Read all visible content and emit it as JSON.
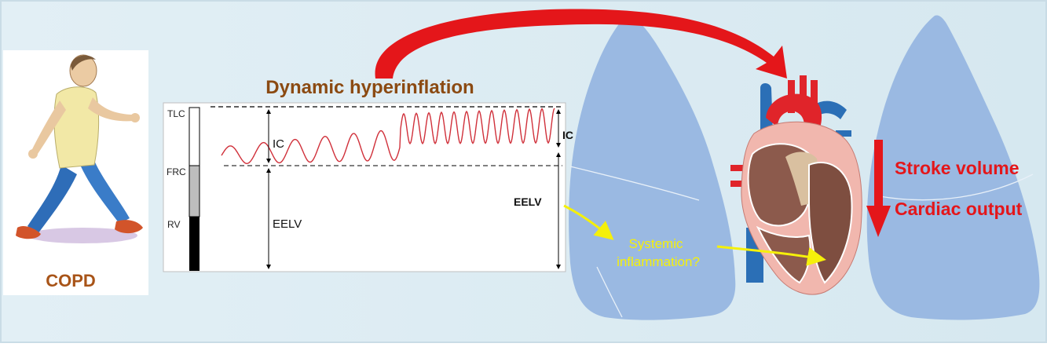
{
  "patient": {
    "label": "COPD"
  },
  "title": "Dynamic hyperinflation",
  "volume_chart": {
    "bar_labels": [
      "TLC",
      "FRC",
      "RV"
    ],
    "ic_rest_label": "IC",
    "eelv_rest_label": "EELV",
    "ic_exercise_label": "IC",
    "eelv_exercise_label": "EELV"
  },
  "inflammation_label": [
    "Systemic",
    "inflammation?"
  ],
  "outcomes": {
    "line1": "Stroke volume",
    "line2": "Cardiac output"
  },
  "colors": {
    "background": "#DCEBF2",
    "lung": "#9AB9E2",
    "title": "#8B4A12",
    "arrow_red": "#E4161A",
    "annotation_yellow": "#F5F00A",
    "waveform": "#D0303A",
    "copd_label": "#A85418"
  }
}
